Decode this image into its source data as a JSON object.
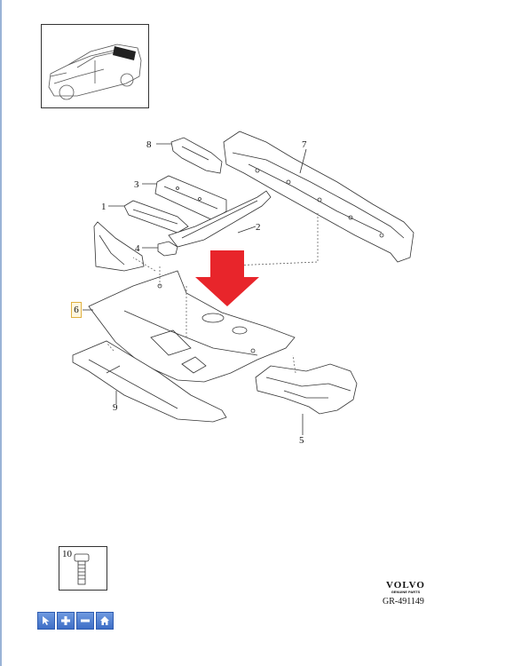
{
  "diagram": {
    "callouts": [
      "8",
      "7",
      "3",
      "1",
      "2",
      "4",
      "6",
      "9",
      "5"
    ],
    "selected_callout": "6"
  },
  "fastener": {
    "number": "10"
  },
  "brand": {
    "name": "VOLVO",
    "subtitle": "GENUINE PARTS"
  },
  "reference": "GR-491149",
  "toolbar": {
    "icons": [
      "cursor-icon",
      "plus-icon",
      "minus-icon",
      "home-icon"
    ]
  },
  "colors": {
    "arrow": "#e8252b",
    "toolbar": "#4a78cc"
  }
}
